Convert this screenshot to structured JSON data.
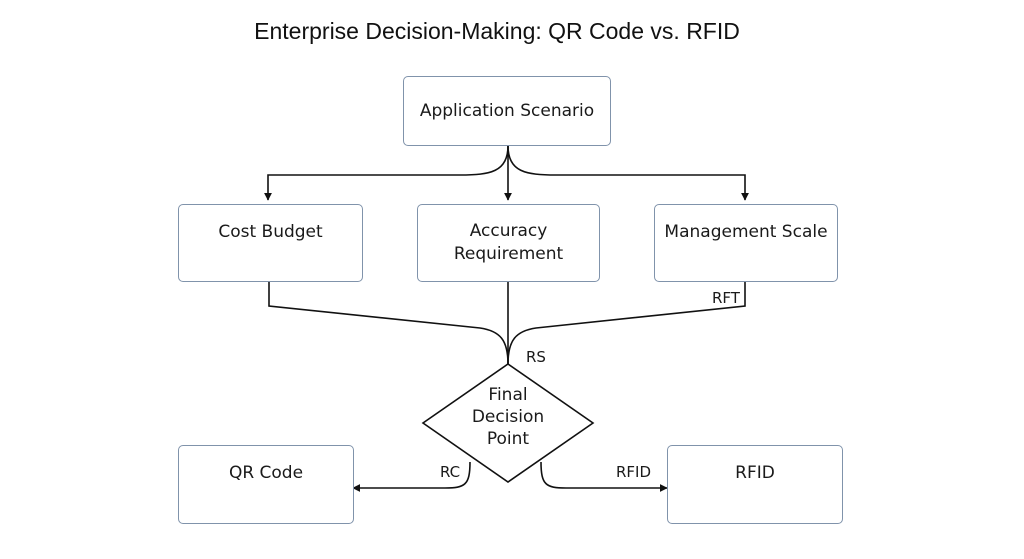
{
  "title": "Enterprise Decision-Making: QR Code vs. RFID",
  "nodes": {
    "application_scenario": "Application Scenario",
    "cost_budget": "Cost Budget",
    "accuracy_requirement": [
      "Accuracy",
      "Requirement"
    ],
    "management_scale": "Management Scale",
    "final_decision_point": [
      "Final",
      "Decision",
      "Point"
    ],
    "qr_code": "QR Code",
    "rfid": "RFID"
  },
  "edge_labels": {
    "rft": "RFT",
    "rs": "RS",
    "rc": "RC",
    "rfid": "RFID"
  },
  "colors": {
    "node_border": "#8093ab",
    "edge": "#111111"
  }
}
